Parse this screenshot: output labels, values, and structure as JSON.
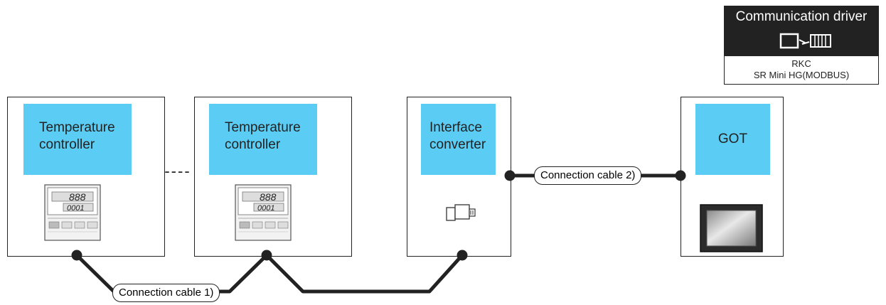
{
  "driver": {
    "title": "Communication driver",
    "maker": "RKC",
    "model": "SR Mini HG(MODBUS)"
  },
  "devices": {
    "temp1_line1": "Temperature",
    "temp1_line2": "controller",
    "temp2_line1": "Temperature",
    "temp2_line2": "controller",
    "converter_line1": "Interface",
    "converter_line2": "converter",
    "got": "GOT"
  },
  "display": {
    "line1": "888",
    "line2": "0001"
  },
  "ellipsis": "----",
  "cables": {
    "cable1": "Connection cable 1)",
    "cable2": "Connection cable 2)"
  }
}
